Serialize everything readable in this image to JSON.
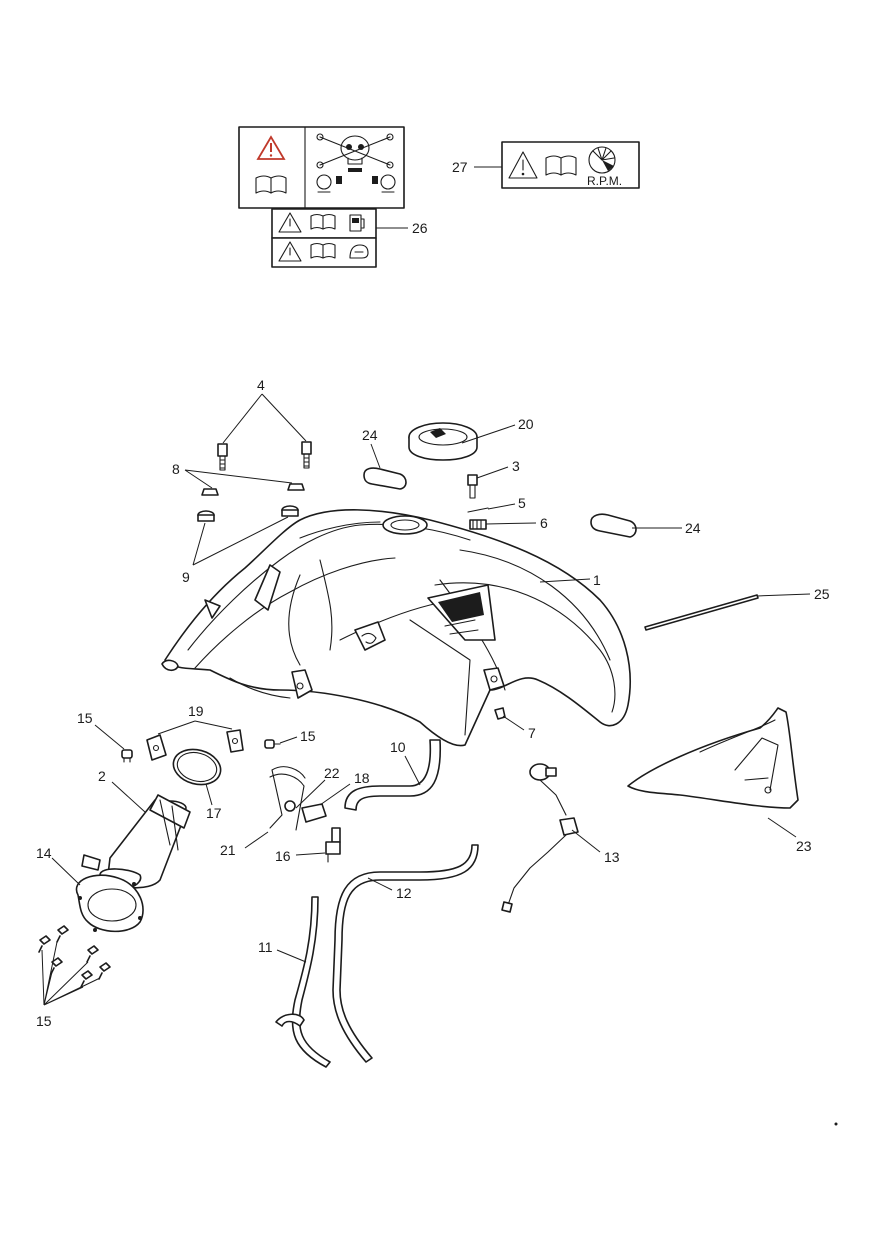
{
  "labels": {
    "rpm_text": "R.P.M."
  },
  "callouts": {
    "c1": "1",
    "c2": "2",
    "c3": "3",
    "c4": "4",
    "c5": "5",
    "c6": "6",
    "c7": "7",
    "c8": "8",
    "c9": "9",
    "c10": "10",
    "c11": "11",
    "c12": "12",
    "c13": "13",
    "c14": "14",
    "c15a": "15",
    "c15b": "15",
    "c15c": "15",
    "c16": "16",
    "c17": "17",
    "c18": "18",
    "c19": "19",
    "c20": "20",
    "c21": "21",
    "c22": "22",
    "c23": "23",
    "c24a": "24",
    "c24b": "24",
    "c25": "25",
    "c26": "26",
    "c27": "27"
  },
  "colors": {
    "line": "#1c1c1c",
    "warning_triangle": "#c0392b",
    "background": "#ffffff"
  },
  "icons": [
    "warning-triangle-icon",
    "manual-book-icon",
    "skull-crossbones-icon",
    "fuel-pump-icon",
    "helmet-icon",
    "tachometer-icon"
  ]
}
